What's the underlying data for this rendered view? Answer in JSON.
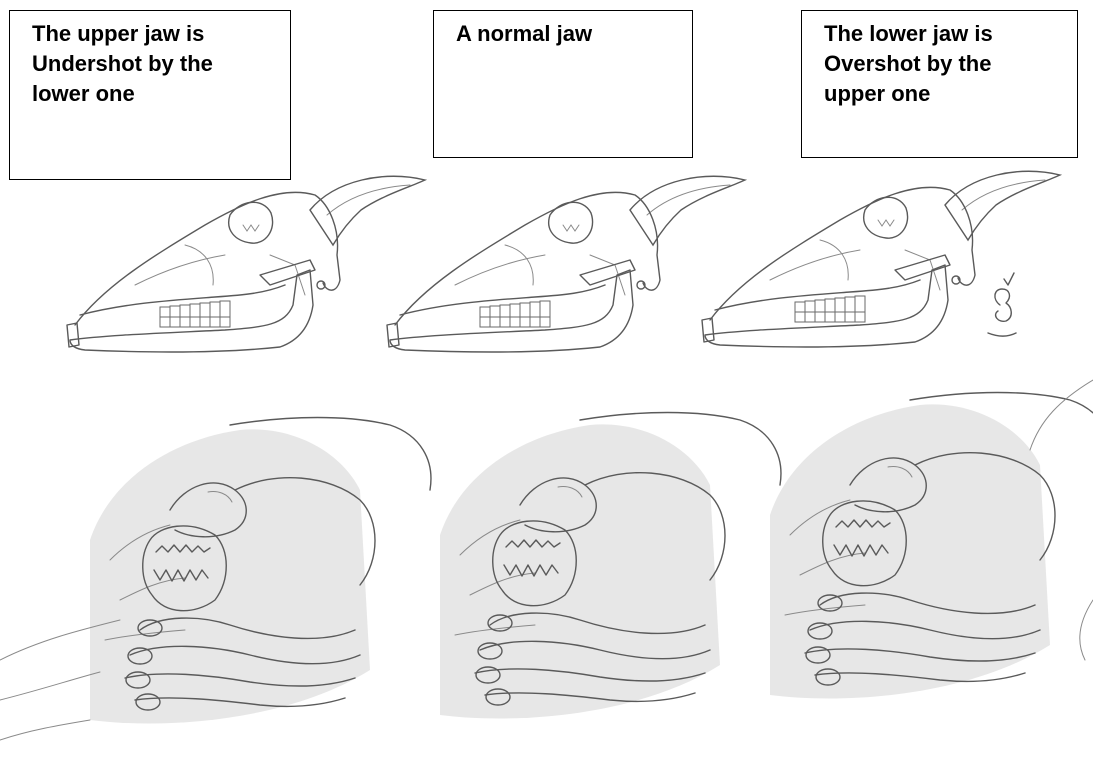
{
  "captions": {
    "undershot": [
      "The upper jaw is",
      "Undershot by the",
      "lower one"
    ],
    "normal": [
      "A normal jaw"
    ],
    "overshot": [
      "The lower jaw is",
      "Overshot by the",
      "upper one"
    ]
  },
  "panels": [
    {
      "name": "undershot",
      "skull_icon": "goat-skull-icon",
      "mouth_icon": "hand-holding-mouth-icon"
    },
    {
      "name": "normal",
      "skull_icon": "goat-skull-icon",
      "mouth_icon": "hand-holding-mouth-icon"
    },
    {
      "name": "overshot",
      "skull_icon": "goat-skull-icon",
      "mouth_icon": "hand-holding-mouth-icon"
    }
  ],
  "signature_icon": "artist-signature-icon"
}
